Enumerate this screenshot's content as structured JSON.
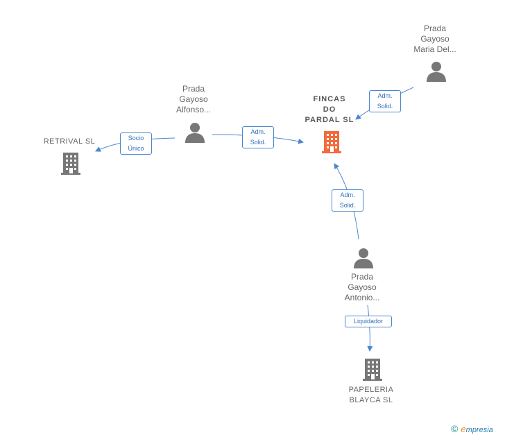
{
  "nodes": {
    "main_company": {
      "lines": [
        "FINCAS",
        "DO",
        "PARDAL  SL"
      ],
      "color": "#f26b3a"
    },
    "retrival": {
      "lines": [
        "RETRIVAL  SL"
      ],
      "color": "#777777"
    },
    "papeleria": {
      "lines": [
        "PAPELERIA",
        "BLAYCA  SL"
      ],
      "color": "#777777"
    },
    "person_alfonso": {
      "lines": [
        "Prada",
        "Gayoso",
        "Alfonso..."
      ],
      "icon": "person-icon"
    },
    "person_maria": {
      "lines": [
        "Prada",
        "Gayoso",
        "Maria Del..."
      ],
      "icon": "person-icon"
    },
    "person_antonio": {
      "lines": [
        "Prada",
        "Gayoso",
        "Antonio..."
      ],
      "icon": "person-icon"
    }
  },
  "edges": {
    "alfonso_to_fincas": [
      "Adm.",
      "Solid."
    ],
    "alfonso_to_retrival": [
      "Socio",
      "Único"
    ],
    "maria_to_fincas": [
      "Adm.",
      "Solid."
    ],
    "antonio_to_fincas": [
      "Adm.",
      "Solid."
    ],
    "antonio_to_papeleria": [
      "Liquidador"
    ]
  },
  "brand": {
    "copyright": "©",
    "e": "e",
    "rest": "mpresia"
  },
  "colors": {
    "edge": "#4a86d0",
    "person": "#777777",
    "building": "#777777",
    "main": "#f26b3a"
  }
}
